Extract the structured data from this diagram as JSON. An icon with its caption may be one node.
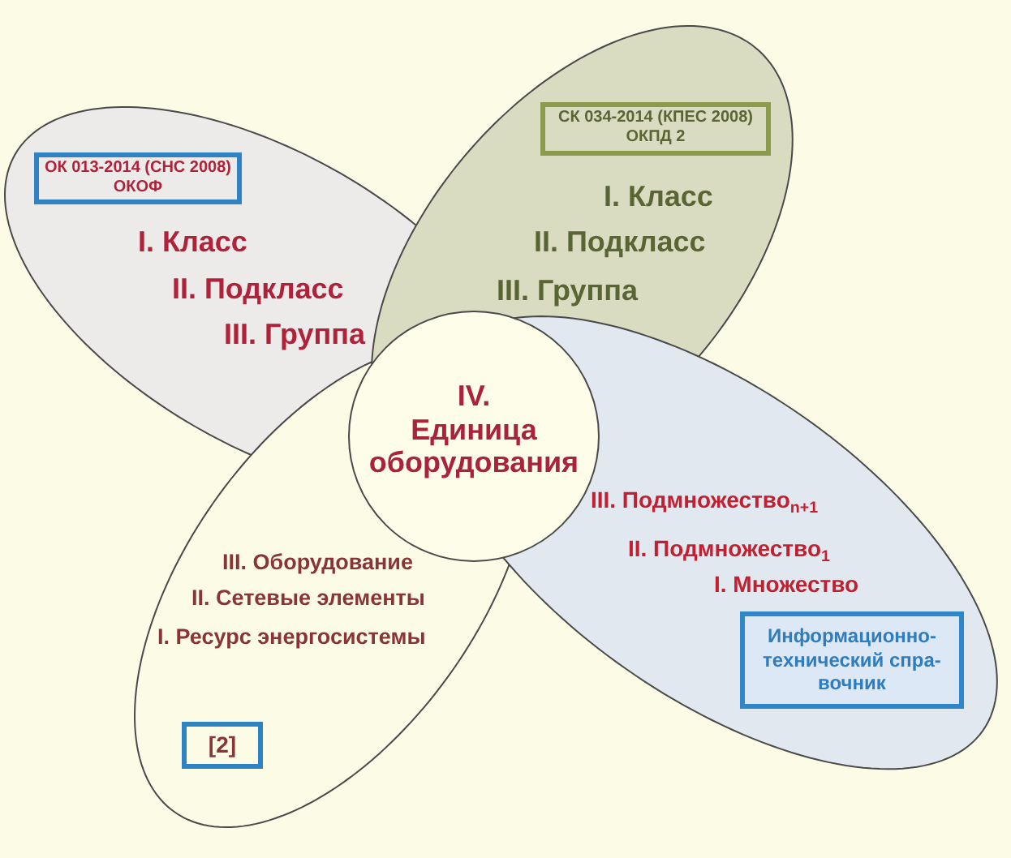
{
  "diagram": {
    "nodes": [
      {
        "text": [
          "I. Класс",
          "II. Подкласс",
          "III. Группа"
        ]
      },
      {
        "text": [
          "ОК 013-2014 (СНС 2008) ОКОФ"
        ],
        "in": 0
      },
      {
        "text": [
          "I. Класс",
          "II. Подкласс",
          "III. Группа"
        ]
      },
      {
        "text": [
          "СК 034-2014 (КПЕС 2008) ОКПД 2"
        ],
        "in": 2
      },
      {
        "text": [
          "IV. Единица оборудования"
        ]
      },
      {
        "text": [
          "III. Подмножество$_{n+1}$",
          "II. Подмножество$_{1}$",
          "I. Множество"
        ]
      },
      {
        "text": [
          "Информационно- технический спра- вочник"
        ],
        "in": 5
      },
      {
        "text": [
          "III. Оборудование",
          "II. Сетевые элементы",
          "I. Ресурс энергосистемы"
        ]
      },
      {
        "text": [
          "[2]"
        ],
        "in": 7
      }
    ]
  }
}
